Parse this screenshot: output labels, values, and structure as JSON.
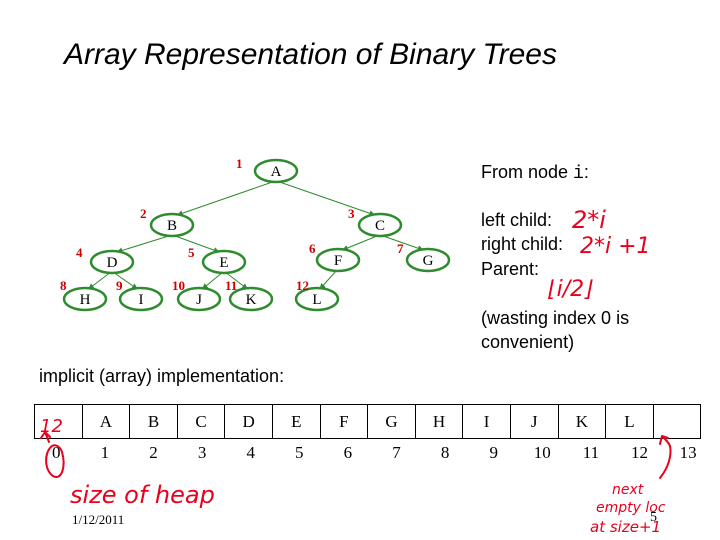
{
  "title": "Array Representation of Binary Trees",
  "tree": {
    "nodes": [
      {
        "label": "A",
        "index": "1"
      },
      {
        "label": "B",
        "index": "2"
      },
      {
        "label": "C",
        "index": "3"
      },
      {
        "label": "D",
        "index": "4"
      },
      {
        "label": "E",
        "index": "5"
      },
      {
        "label": "F",
        "index": "6"
      },
      {
        "label": "G",
        "index": "7"
      },
      {
        "label": "H",
        "index": "8"
      },
      {
        "label": "I",
        "index": "9"
      },
      {
        "label": "J",
        "index": "10"
      },
      {
        "label": "K",
        "index": "11"
      },
      {
        "label": "L",
        "index": "12"
      }
    ],
    "colors": {
      "node_border": "#2e8b2e",
      "edge": "#2e8b2e",
      "index_label": "#cc0000"
    }
  },
  "info": {
    "from_node": "From node ",
    "from_node_var": "i",
    "from_node_colon": ":",
    "left_child": "left child:",
    "right_child": "right child:",
    "parent": "Parent:",
    "note_line1": "(wasting index 0 is",
    "note_line2": "convenient)"
  },
  "implementation_label": "implicit (array) implementation:",
  "array": {
    "cells": [
      "",
      "A",
      "B",
      "C",
      "D",
      "E",
      "F",
      "G",
      "H",
      "I",
      "J",
      "K",
      "L",
      ""
    ],
    "indices": [
      "0",
      "1",
      "2",
      "3",
      "4",
      "5",
      "6",
      "7",
      "8",
      "9",
      "10",
      "11",
      "12",
      "13"
    ]
  },
  "handwriting": {
    "left_child_formula": "2*i",
    "right_child_formula": "2*i +1",
    "parent_formula": "⌊i/2⌋",
    "cell0_value": "12",
    "size_note": "size of heap",
    "next_note_1": "next",
    "next_note_2": "empty loc",
    "next_note_3": "at size+1",
    "ink_color": "#e8001c"
  },
  "footer": {
    "date": "1/12/2011",
    "page": "5"
  }
}
